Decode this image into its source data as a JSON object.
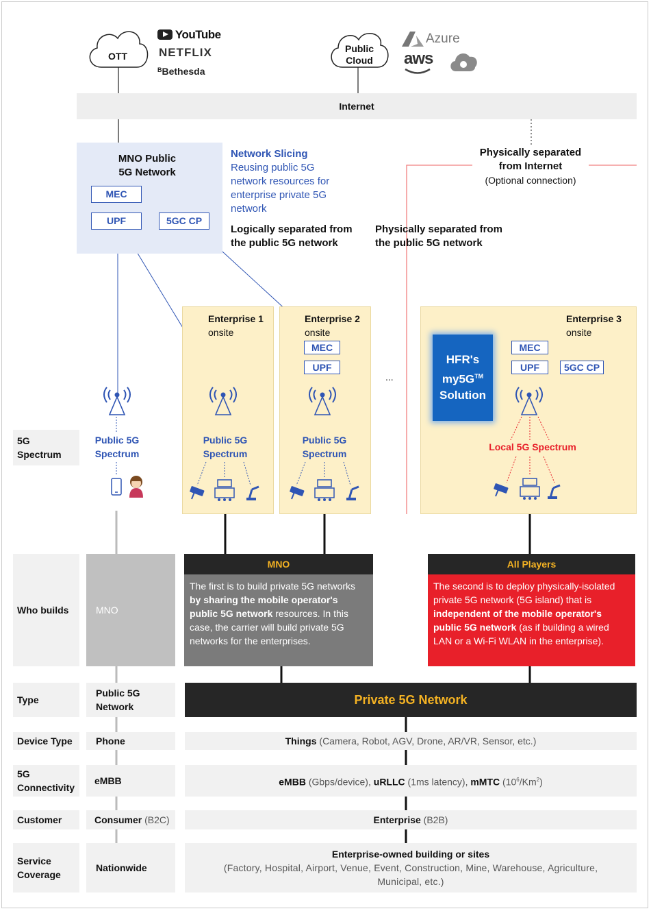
{
  "top": {
    "ott_label": "OTT",
    "ott_brands": [
      "YouTube",
      "NETFLIX",
      "Bethesda"
    ],
    "cloud_label": "Public\nCloud",
    "cloud_line1": "Public",
    "cloud_line2": "Cloud",
    "cloud_brands": [
      "Azure",
      "aws"
    ],
    "internet": "Internet"
  },
  "mno": {
    "title1": "MNO Public",
    "title2": "5G Network",
    "mec": "MEC",
    "upf": "UPF",
    "cp": "5GC CP"
  },
  "notes": {
    "slicing_title": "Network Slicing",
    "slicing_text": [
      "Reusing public 5G",
      "network resources for",
      "enterprise private 5G",
      "network"
    ],
    "logical": [
      "Logically separated from",
      "the public 5G network"
    ],
    "physical_public": [
      "Physically separated from",
      "the public 5G network"
    ],
    "physical_internet": [
      "Physically separated",
      "from Internet"
    ],
    "optional": "(Optional connection)"
  },
  "enterprises": [
    {
      "name": "Enterprise 1",
      "sub": "onsite",
      "spectrum": [
        "Public 5G",
        "Spectrum"
      ]
    },
    {
      "name": "Enterprise 2",
      "sub": "onsite",
      "spectrum": [
        "Public 5G",
        "Spectrum"
      ],
      "mec": "MEC",
      "upf": "UPF"
    },
    {
      "name": "Enterprise 3",
      "sub": "onsite",
      "spectrum": [
        "Local 5G Spectrum"
      ],
      "mec": "MEC",
      "upf": "UPF",
      "cp": "5GC CP"
    }
  ],
  "ellipsis": "...",
  "hfr": {
    "line1": "HFR's",
    "line2": "my5G",
    "tm": "TM",
    "line3": "Solution"
  },
  "public_spectrum": [
    "Public 5G",
    "Spectrum"
  ],
  "rows": {
    "spectrum_label": [
      "5G",
      "Spectrum"
    ],
    "who_builds_label": "Who builds",
    "who_mno_gray": "MNO",
    "mno_header": "MNO",
    "mno_desc": {
      "p1": "The first is to build private 5G networks ",
      "b1": "by sharing the mobile operator's public 5G network",
      "p2": " resources. In this case, the carrier will build private 5G networks for the enterprises."
    },
    "all_header": "All Players",
    "all_desc": {
      "p1": "The second is to deploy physically-isolated private 5G network (5G island) that is ",
      "b1": "independent of the mobile operator's public 5G network",
      "p2": " (as if building a wired LAN or a Wi-Fi WLAN in the enterprise)."
    },
    "type_label": "Type",
    "type_public": [
      "Public 5G",
      "Network"
    ],
    "type_private": "Private 5G Network",
    "device_label": "Device Type",
    "device_phone": "Phone",
    "device_things_b": "Things",
    "device_things": " (Camera, Robot, AGV, Drone, AR/VR, Sensor, etc.)",
    "conn_label": [
      "5G",
      "Connectivity"
    ],
    "conn_embb": "eMBB",
    "conn_b1": "eMBB",
    "conn_t1": " (Gbps/device), ",
    "conn_b2": "uRLLC",
    "conn_t2": " (1ms latency), ",
    "conn_b3": "mMTC",
    "conn_t3": " (10",
    "conn_sup1": "6",
    "conn_t4": "/Km",
    "conn_sup2": "2",
    "conn_t5": ")",
    "customer_label": "Customer",
    "customer_consumer_b": "Consumer",
    "customer_consumer": " (B2C)",
    "customer_enterprise_b": "Enterprise",
    "customer_enterprise": " (B2B)",
    "coverage_label": [
      "Service",
      "Coverage"
    ],
    "coverage_nation": "Nationwide",
    "coverage_title": "Enterprise-owned building or sites",
    "coverage_detail": "(Factory, Hospital, Airport, Venue, Event, Construction, Mine, Warehouse, Agriculture, Municipal, etc.)"
  },
  "colors": {
    "blue": "#2f55b4",
    "enterprise_bg": "#fdf0c8",
    "red": "#e8202a",
    "orange_text": "#f4b223",
    "dark": "#262626"
  }
}
